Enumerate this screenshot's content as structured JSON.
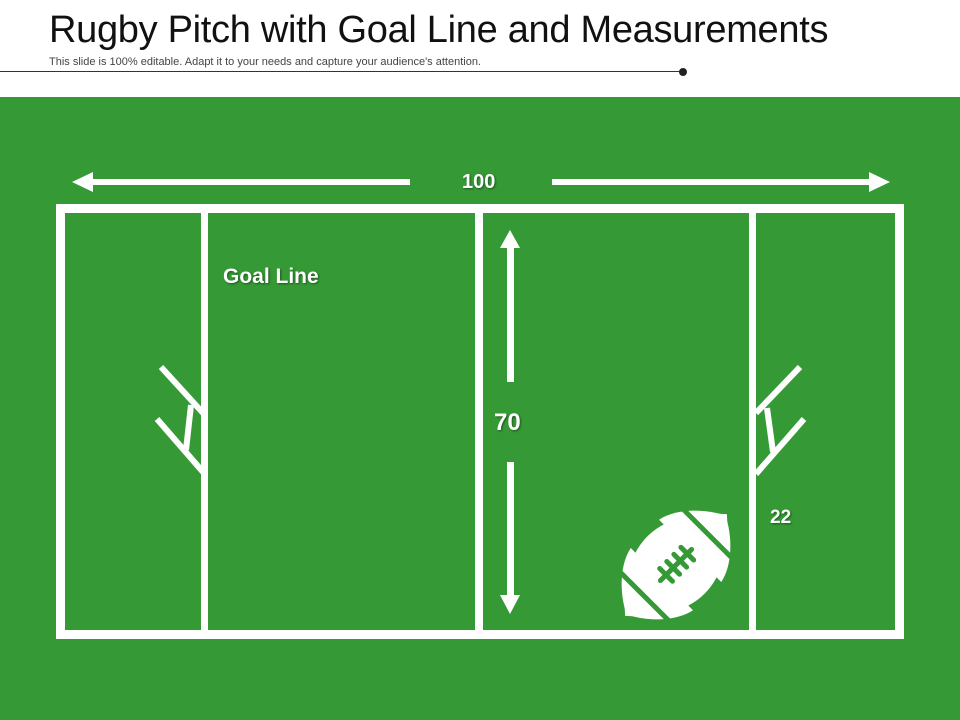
{
  "header": {
    "title": "Rugby Pitch with Goal Line and Measurements",
    "subtitle": "This slide is 100% editable. Adapt it to your needs and capture your audience's attention."
  },
  "pitch": {
    "colors": {
      "grass": "#359a35",
      "lines": "#ffffff",
      "title_text": "#111111"
    },
    "width_label": "100",
    "height_label": "70",
    "goal_line_label": "Goal Line",
    "twenty_two_label": "22",
    "icons": [
      "double-arrow-horizontal-icon",
      "double-arrow-vertical-icon",
      "goal-post-icon",
      "rugby-ball-icon"
    ]
  }
}
